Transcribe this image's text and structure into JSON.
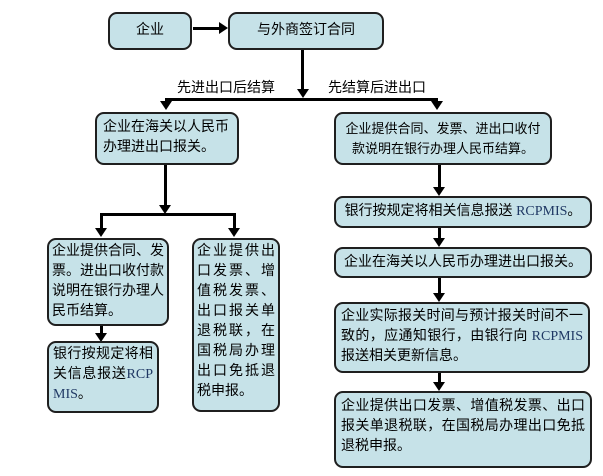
{
  "colors": {
    "node_fill": "#c6e2e8",
    "node_border": "#1f1f1f",
    "connector": "#000000",
    "text": "#000000",
    "rcpmis_text": "#1f3864",
    "background": "#ffffff"
  },
  "nodes": {
    "start": {
      "label": "企业"
    },
    "contract": {
      "label": "与外商签订合同"
    },
    "left": {
      "customs": {
        "text": "企业在海关以人民币办理进出口报关。"
      },
      "bank_settle": {
        "text": "企业提供合同、发票。进出口收付款说明在银行办理人民币结算。"
      },
      "bank_report": {
        "pre": "银行按规定将相关信息报送",
        "rcpmis": "RCPMIS",
        "post": "。"
      },
      "tax_refund": {
        "text": "企业提供出口发票、增值税发票、出口报关单退税联，在国税局办理出口免抵退税申报。"
      }
    },
    "right": {
      "bank_settle": {
        "text": "企业提供合同、发票、进出口收付款说明在银行办理人民币结算。"
      },
      "bank_report": {
        "pre": "银行按规定将相关信息报送 ",
        "rcpmis": "RCPMIS",
        "post": "。"
      },
      "customs": {
        "text": "企业在海关以人民币办理进出口报关。"
      },
      "update_info": {
        "pre": "企业实际报关时间与预计报关时间不一致的，应通知银行，由银行向 ",
        "rcpmis": "RCPMIS",
        "post": " 报送相关更新信息。"
      },
      "tax_refund": {
        "text": "企业提供出口发票、增值税发票、出口报关单退税联，在国税局办理出口免抵退税申报。"
      }
    },
    "branch_labels": {
      "left": "先进出口后结算",
      "right": "先结算后进出口"
    }
  }
}
